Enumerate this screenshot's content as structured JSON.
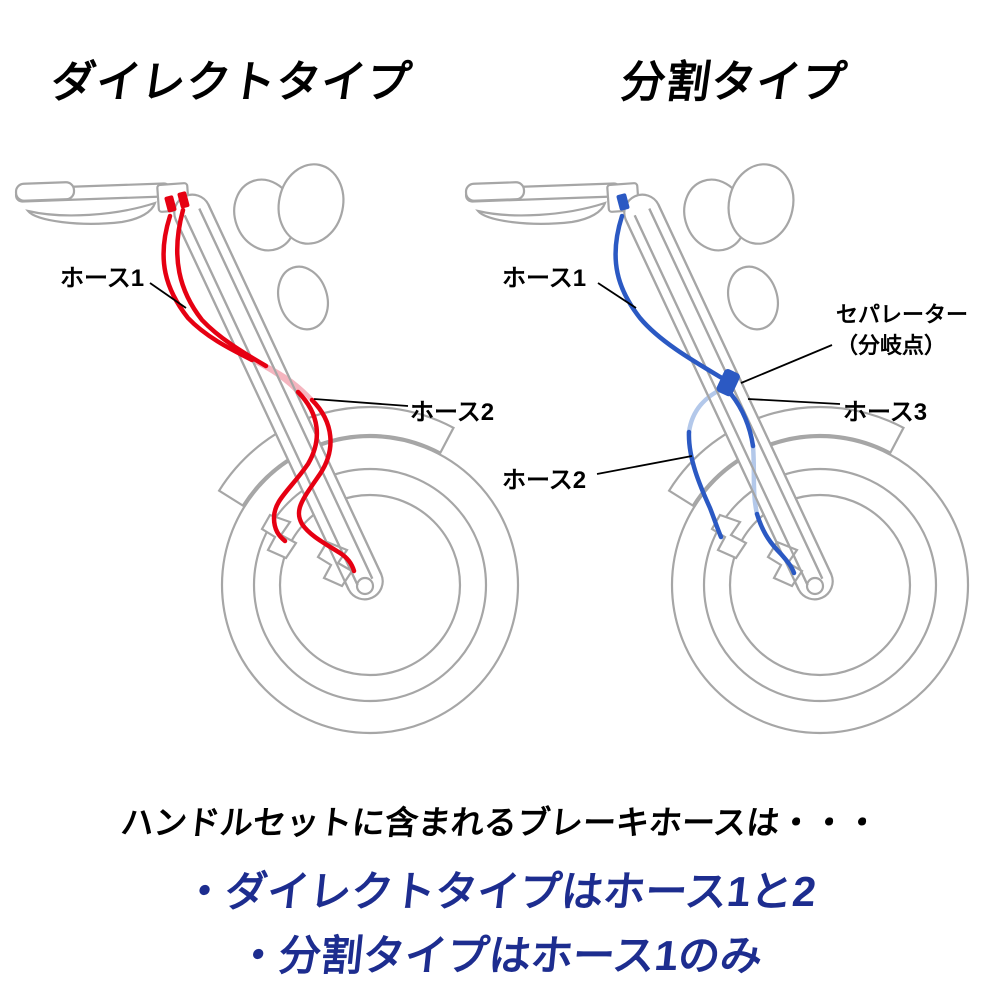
{
  "colors": {
    "line_art": "#a6a6a6",
    "hose_red": "#e60012",
    "hose_red_light": "#f5b5bf",
    "hose_blue": "#2b59c3",
    "hose_blue_light": "#b3c8ea",
    "text_navy": "#1d2d8f"
  },
  "titles": {
    "direct": "ダイレクトタイプ",
    "split": "分割タイプ"
  },
  "labels": {
    "direct": {
      "hose1": "ホース1",
      "hose2": "ホース2"
    },
    "split": {
      "hose1": "ホース1",
      "hose2": "ホース2",
      "hose3": "ホース3",
      "separator_line1": "セパレーター",
      "separator_line2": "（分岐点）"
    }
  },
  "footer": {
    "intro": "ハンドルセットに含まれるブレーキホースは・・・",
    "bullet_direct": "・ダイレクトタイプはホース1と2",
    "bullet_split": "・分割タイプはホース1のみ"
  }
}
